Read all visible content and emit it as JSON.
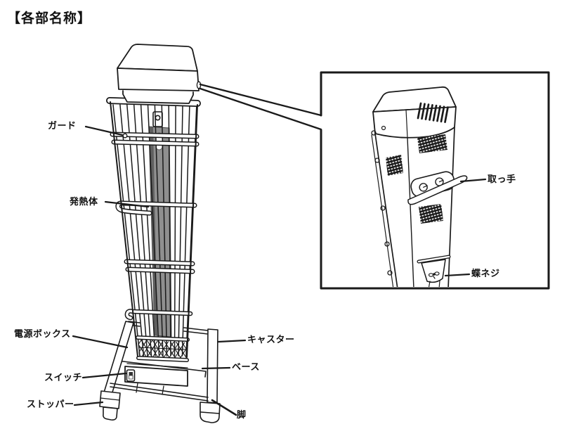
{
  "title": "【各部名称】",
  "labels": {
    "guard": "ガード",
    "heating_element": "発熱体",
    "power_box": "電源ボックス",
    "switch": "スイッチ",
    "stopper": "ストッパー",
    "caster": "キャスター",
    "base": "ベース",
    "leg": "脚",
    "handle": "取っ手",
    "wing_screw": "蝶ネジ"
  },
  "colors": {
    "line": "#1a1a1a",
    "heating_element_fill": "#8f8f8f",
    "heating_element_shadow": "#5f5f5f",
    "background": "#ffffff"
  }
}
